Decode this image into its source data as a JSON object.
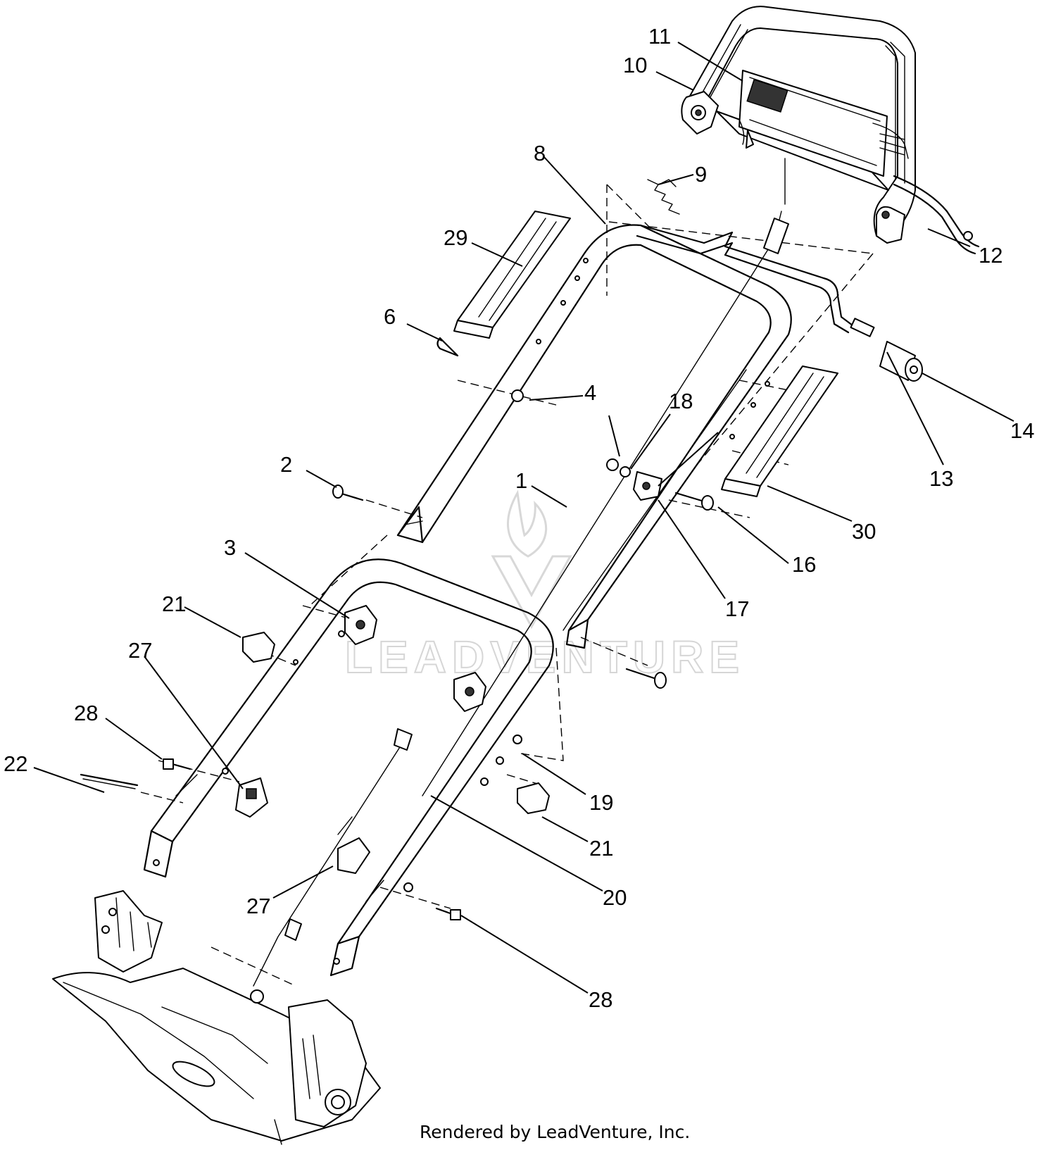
{
  "credit": "Rendered by LeadVenture, Inc.",
  "watermark": "LEADVENTURE",
  "colors": {
    "line": "#000000",
    "background": "#ffffff",
    "watermark": "#d6d6d6"
  },
  "callouts": [
    {
      "id": "c1",
      "label": "1"
    },
    {
      "id": "c2",
      "label": "2"
    },
    {
      "id": "c3",
      "label": "3"
    },
    {
      "id": "c4",
      "label": "4"
    },
    {
      "id": "c6",
      "label": "6"
    },
    {
      "id": "c8",
      "label": "8"
    },
    {
      "id": "c9",
      "label": "9"
    },
    {
      "id": "c10",
      "label": "10"
    },
    {
      "id": "c11",
      "label": "11"
    },
    {
      "id": "c12",
      "label": "12"
    },
    {
      "id": "c13",
      "label": "13"
    },
    {
      "id": "c14",
      "label": "14"
    },
    {
      "id": "c16",
      "label": "16"
    },
    {
      "id": "c17",
      "label": "17"
    },
    {
      "id": "c18",
      "label": "18"
    },
    {
      "id": "c19",
      "label": "19"
    },
    {
      "id": "c20",
      "label": "20"
    },
    {
      "id": "c21a",
      "label": "21"
    },
    {
      "id": "c21b",
      "label": "21"
    },
    {
      "id": "c22",
      "label": "22"
    },
    {
      "id": "c27a",
      "label": "27"
    },
    {
      "id": "c27b",
      "label": "27"
    },
    {
      "id": "c28a",
      "label": "28"
    },
    {
      "id": "c28b",
      "label": "28"
    },
    {
      "id": "c29",
      "label": "29"
    },
    {
      "id": "c30",
      "label": "30"
    }
  ]
}
